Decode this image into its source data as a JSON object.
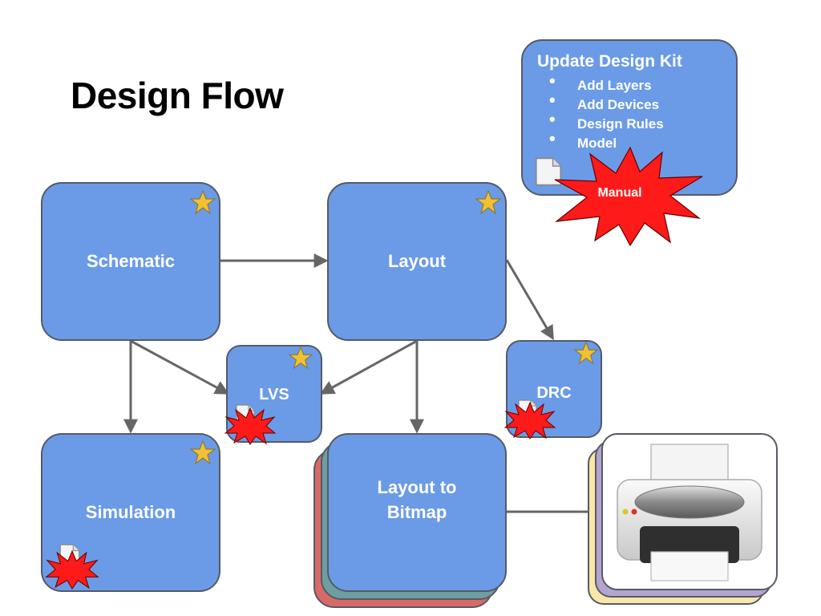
{
  "title": "Design Flow",
  "colors": {
    "box_fill": "#6b9be6",
    "box_border": "#555a66",
    "arrow": "#666666",
    "star": "#f2c033",
    "burst": "#ff1a1a",
    "stack_red": "#d86a66",
    "stack_teal": "#6f9ea0",
    "stack_yellow": "#f8e7a8",
    "stack_purple": "#b3a5cf"
  },
  "nodes": {
    "schematic": "Schematic",
    "layout": "Layout",
    "lvs": "LVS",
    "drc": "DRC",
    "simulation": "Simulation",
    "layout_to_bitmap_line1": "Layout to",
    "layout_to_bitmap_line2": "Bitmap"
  },
  "design_kit": {
    "title": "Update Design Kit",
    "items": [
      "Add Layers",
      "Add Devices",
      "Design Rules",
      "Model"
    ],
    "manual_label": "Manual"
  },
  "icons": [
    "star-icon",
    "document-icon",
    "burst-icon",
    "printer-icon"
  ]
}
